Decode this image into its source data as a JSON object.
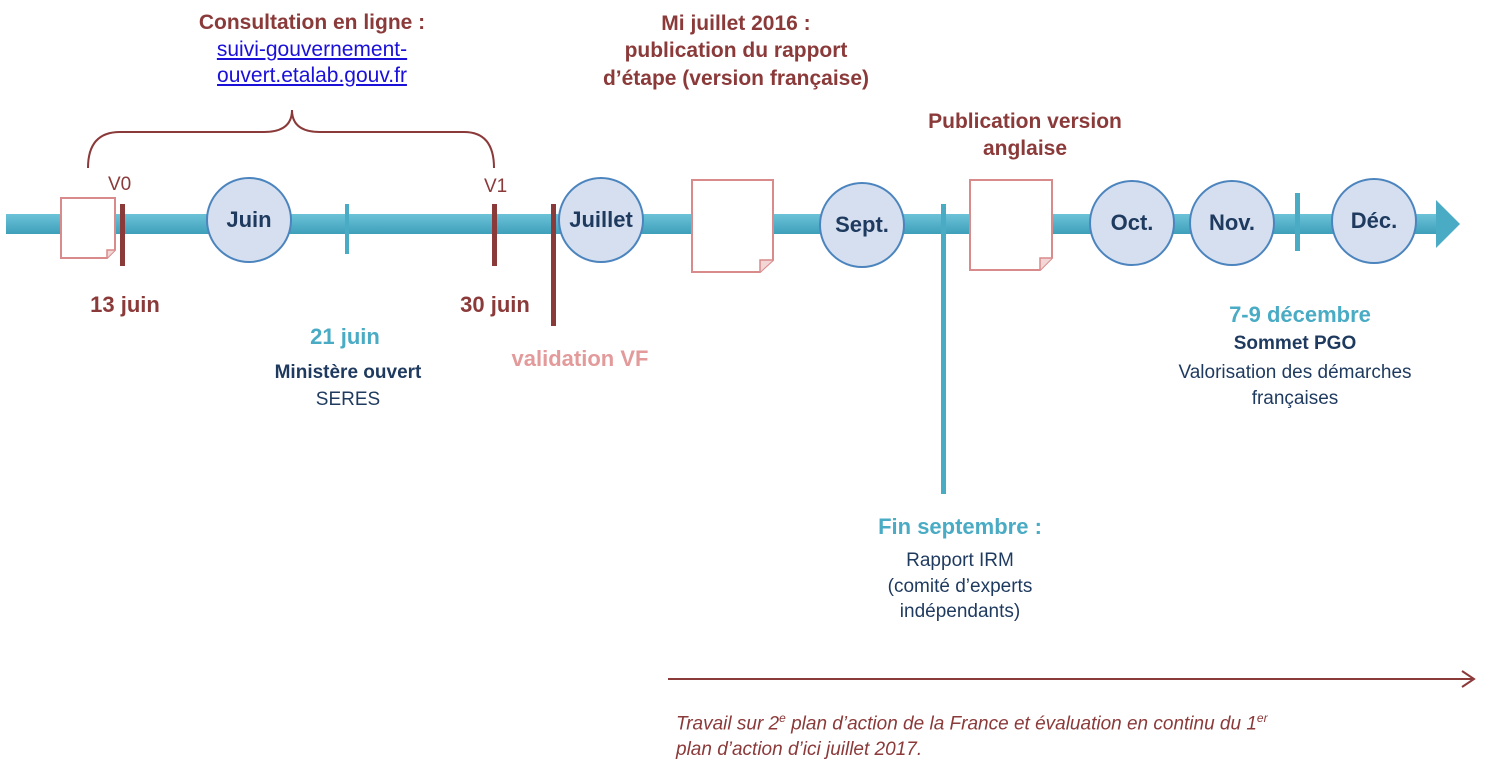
{
  "consultation": {
    "title": "Consultation en ligne :",
    "link_line1": "suivi-gouvernement-",
    "link_line2": "ouvert.etalab.gouv.fr",
    "v0": "V0",
    "v1": "V1"
  },
  "report_fr": {
    "line1": "Mi juillet 2016 :",
    "line2": "publication du rapport",
    "line3": "d’étape (version française)"
  },
  "report_en": {
    "line1": "Publication version",
    "line2": "anglaise"
  },
  "months": {
    "jun": "Juin",
    "jul": "Juillet",
    "sep": "Sept.",
    "oct": "Oct.",
    "nov": "Nov.",
    "dec": "Déc."
  },
  "events": {
    "jun13": "13 juin",
    "jun21": "21 juin",
    "jun21_title": "Ministère ouvert",
    "jun21_sub": "SERES",
    "jun30": "30 juin",
    "validation": "validation VF",
    "sep_end": "Fin septembre :",
    "sep_l1": "Rapport IRM",
    "sep_l2": "(comité d’experts",
    "sep_l3": "indépendants)",
    "dec": "7-9 décembre",
    "dec_title": "Sommet PGO",
    "dec_l1": "Valorisation des démarches",
    "dec_l2": "françaises"
  },
  "footer": {
    "line1_pre": "Travail sur 2",
    "sup1": "e",
    "line1_mid": " plan d’action de la France et évaluation en continu du 1",
    "sup2": "er",
    "line2": "plan d’action d’ici juillet 2017."
  },
  "colors": {
    "timeline": "#4AABC4",
    "accent_red": "#8B3A3A",
    "accent_pink": "#E39A9A",
    "month_fill": "#D5DFF0",
    "month_border": "#4C84BE"
  }
}
